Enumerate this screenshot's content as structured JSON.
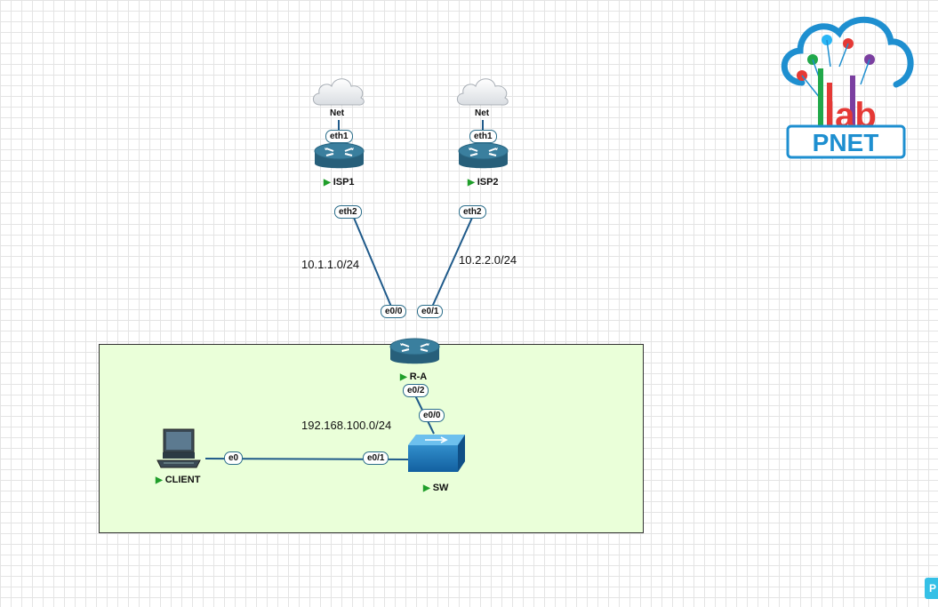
{
  "clouds": [
    {
      "id": "cloud-1",
      "label": "Net"
    },
    {
      "id": "cloud-2",
      "label": "Net"
    }
  ],
  "nodes": {
    "isp1": {
      "label": "ISP1"
    },
    "isp2": {
      "label": "ISP2"
    },
    "ra": {
      "label": "R-A"
    },
    "sw": {
      "label": "SW"
    },
    "client": {
      "label": "CLIENT"
    }
  },
  "ports": {
    "isp1_eth1": "eth1",
    "isp2_eth1": "eth1",
    "isp1_eth2": "eth2",
    "isp2_eth2": "eth2",
    "ra_e00": "e0/0",
    "ra_e01": "e0/1",
    "ra_e02": "e0/2",
    "sw_e00": "e0/0",
    "sw_e01": "e0/1",
    "client_e0": "e0"
  },
  "subnets": {
    "isp1_link": "10.1.1.0/24",
    "isp2_link": "10.2.2.0/24",
    "lan": "192.168.100.0/24"
  },
  "logo": {
    "text": "PNET",
    "sub": "lab"
  },
  "corner_button": {
    "label": "P"
  },
  "colors": {
    "link": "#1f5a8a",
    "router": "#2b6b86",
    "switch": "#1d78b8",
    "lan_zone": "#eaffd9",
    "running": "#1f9e2a",
    "logo_blue": "#1e8fd0"
  }
}
